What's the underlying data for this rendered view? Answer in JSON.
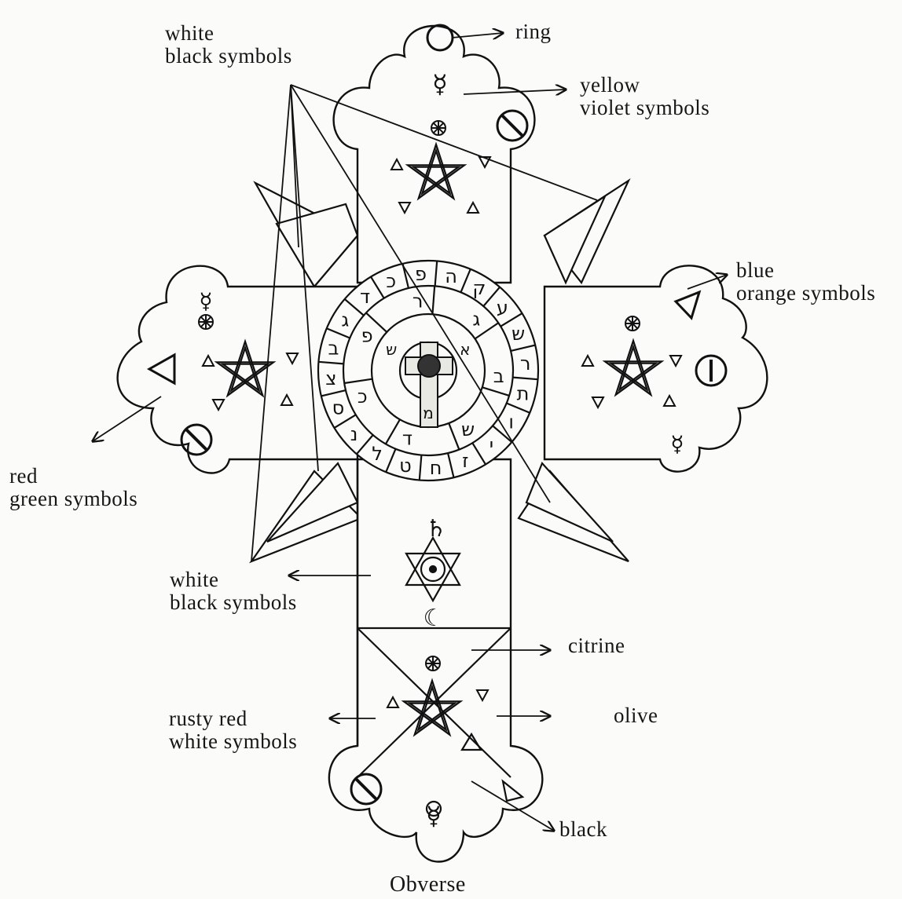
{
  "labels": {
    "ring": "ring",
    "top_left": {
      "line1": "white",
      "line2": "black symbols"
    },
    "top_right": {
      "line1": "yellow",
      "line2": "violet symbols"
    },
    "right": {
      "line1": "blue",
      "line2": "orange symbols"
    },
    "left": {
      "line1": "red",
      "line2": "green symbols"
    },
    "middle_left": {
      "line1": "white",
      "line2": "black symbols"
    },
    "citrine": "citrine",
    "olive": "olive",
    "lower_left": {
      "line1": "rusty red",
      "line2": "white symbols"
    },
    "black": "black"
  },
  "caption": "Obverse",
  "glyphs": {
    "hebrew_outer": [
      "ה",
      "ק",
      "ע",
      "ש",
      "ר",
      "ת",
      "ו",
      "י",
      "ז",
      "ח",
      "ט",
      "ל",
      "נ",
      "ס",
      "צ",
      "ב",
      "ג",
      "ד",
      "כ",
      "פ"
    ],
    "hebrew_middle": [
      "ג",
      "ב",
      "ש",
      "ד",
      "כ",
      "פ",
      "ר"
    ],
    "hebrew_inner": [
      "א",
      "מ",
      "ש"
    ],
    "saturn": "♄",
    "moon": "☾",
    "mercury": "☿",
    "star": "✡",
    "pentagram": "⛤"
  },
  "colors": {
    "ink": "#111111",
    "paper": "#fbfbf9"
  }
}
